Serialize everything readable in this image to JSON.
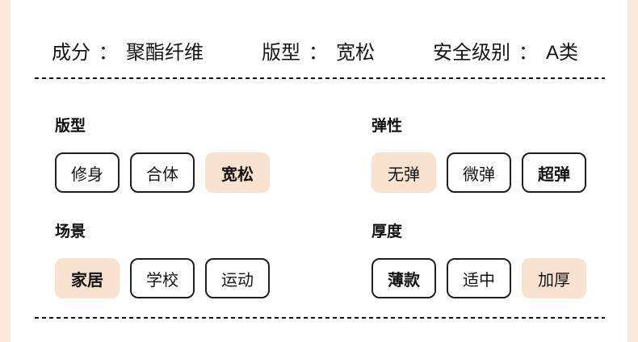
{
  "theme": {
    "accent_bg": "#FBE9DC",
    "chip_selected_bg": "#FAE2D0",
    "chip_border": "#1F1F1F",
    "text_color": "#161616"
  },
  "summary": {
    "separator": "：",
    "items": [
      {
        "label": "成分",
        "value": "聚酯纤维"
      },
      {
        "label": "版型",
        "value": "宽松"
      },
      {
        "label": "安全级别",
        "value": "A类"
      }
    ]
  },
  "attribute_sections": [
    {
      "title": "版型",
      "options": [
        {
          "label": "修身",
          "selected": false,
          "bold": false
        },
        {
          "label": "合体",
          "selected": false,
          "bold": false
        },
        {
          "label": "宽松",
          "selected": true,
          "bold": true
        }
      ]
    },
    {
      "title": "弹性",
      "options": [
        {
          "label": "无弹",
          "selected": true,
          "bold": false
        },
        {
          "label": "微弹",
          "selected": false,
          "bold": false
        },
        {
          "label": "超弹",
          "selected": false,
          "bold": true
        }
      ]
    },
    {
      "title": "场景",
      "options": [
        {
          "label": "家居",
          "selected": true,
          "bold": true
        },
        {
          "label": "学校",
          "selected": false,
          "bold": false
        },
        {
          "label": "运动",
          "selected": false,
          "bold": false
        }
      ]
    },
    {
      "title": "厚度",
      "options": [
        {
          "label": "薄款",
          "selected": false,
          "bold": true
        },
        {
          "label": "适中",
          "selected": false,
          "bold": false
        },
        {
          "label": "加厚",
          "selected": true,
          "bold": false
        }
      ]
    }
  ]
}
